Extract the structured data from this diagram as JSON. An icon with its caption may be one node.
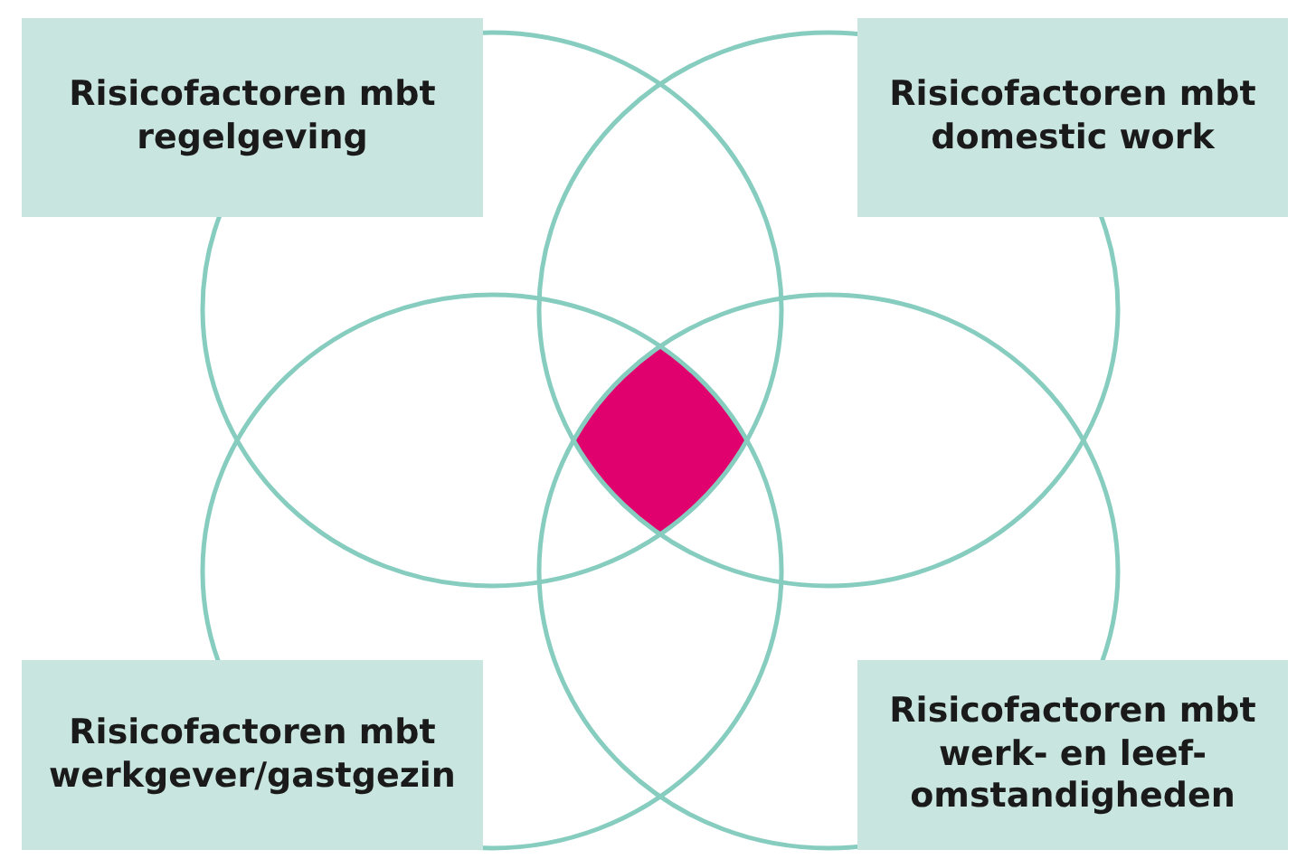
{
  "diagram": {
    "nodes": [
      {
        "text": [
          "Risicofactoren mbt regelgeving"
        ]
      },
      {
        "text": [
          "Risicofactoren mbt domestic work"
        ]
      },
      {
        "text": [
          "Risicofactoren mbt werkgever/gastgezin"
        ]
      },
      {
        "text": [
          "Risicofactoren mbt werk- en leef-omstandigheden"
        ]
      }
    ]
  }
}
